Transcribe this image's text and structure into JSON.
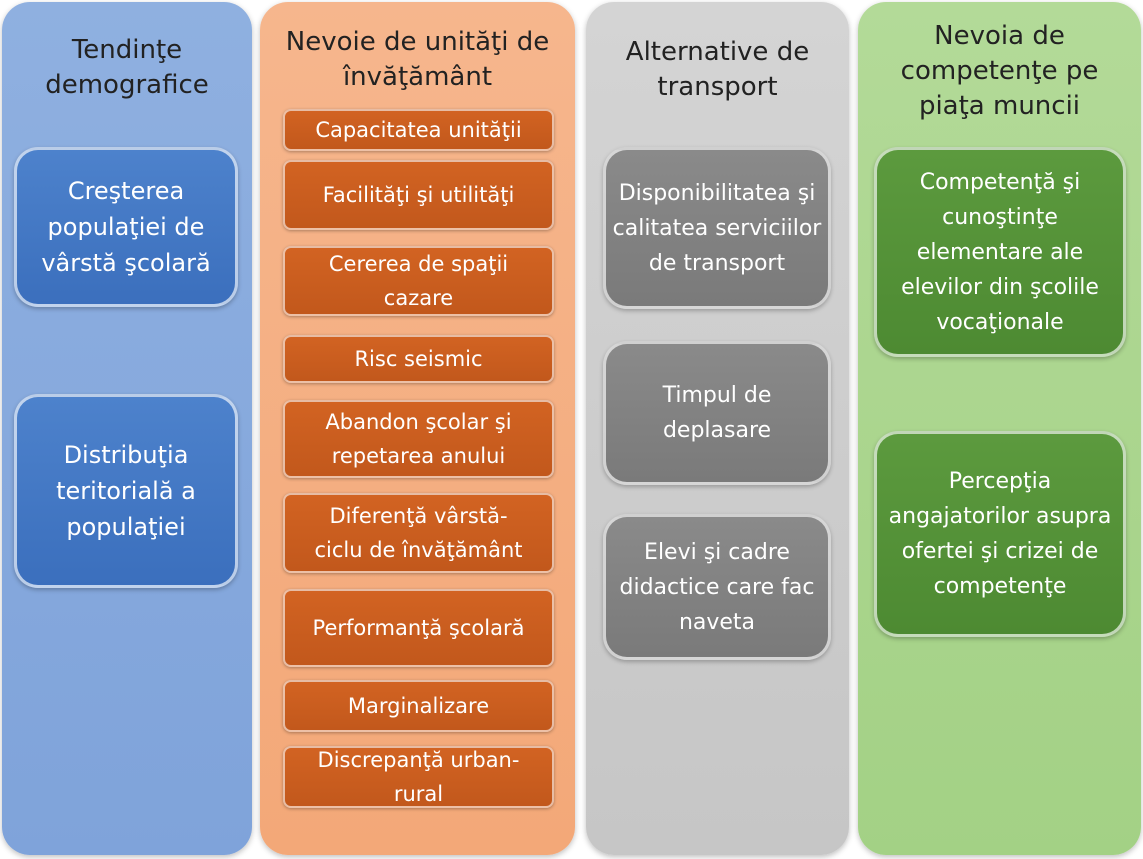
{
  "columns": [
    {
      "title": "Tendinţe\ndemografice",
      "items": [
        "Creşterea\npopulaţiei de\nvârstă şcolară",
        "Distribuţia\nteritorială a\npopulaţiei"
      ]
    },
    {
      "title": "Nevoie de unităţi de\nînvăţământ",
      "items": [
        "Capacitatea unităţii",
        "Facilităţi şi utilităţi",
        "Cererea de spaţii\ncazare",
        "Risc seismic",
        "Abandon  şcolar şi\nrepetarea anului",
        "Diferenţă vârstă-\nciclu de învăţământ",
        "Performanţă şcolară",
        "Marginalizare",
        "Discrepanţă urban-\nrural"
      ]
    },
    {
      "title": "Alternative de\ntransport",
      "items": [
        "Disponibilitatea şi\ncalitatea serviciilor\nde transport",
        "Timpul de\ndeplasare",
        "Elevi şi cadre\ndidactice care fac\nnaveta"
      ]
    },
    {
      "title": "Nevoia de\ncompetenţe pe\npiaţa muncii",
      "items": [
        "Competenţă şi\ncunoştinţe\nelementare ale\nelevilor din şcolile\nvocaţionale",
        "Percepţia\nangajatorilor asupra\nofertei şi crizei de\ncompetenţe"
      ]
    }
  ],
  "colors": {
    "column_1": "#8fb0e0",
    "box_1": "#4d82cc",
    "column_2": "#f6b68d",
    "box_2": "#d26322",
    "column_3": "#d4d4d4",
    "box_3": "#8a8a8a",
    "column_4": "#b3da98",
    "box_4": "#5c9a3e"
  }
}
